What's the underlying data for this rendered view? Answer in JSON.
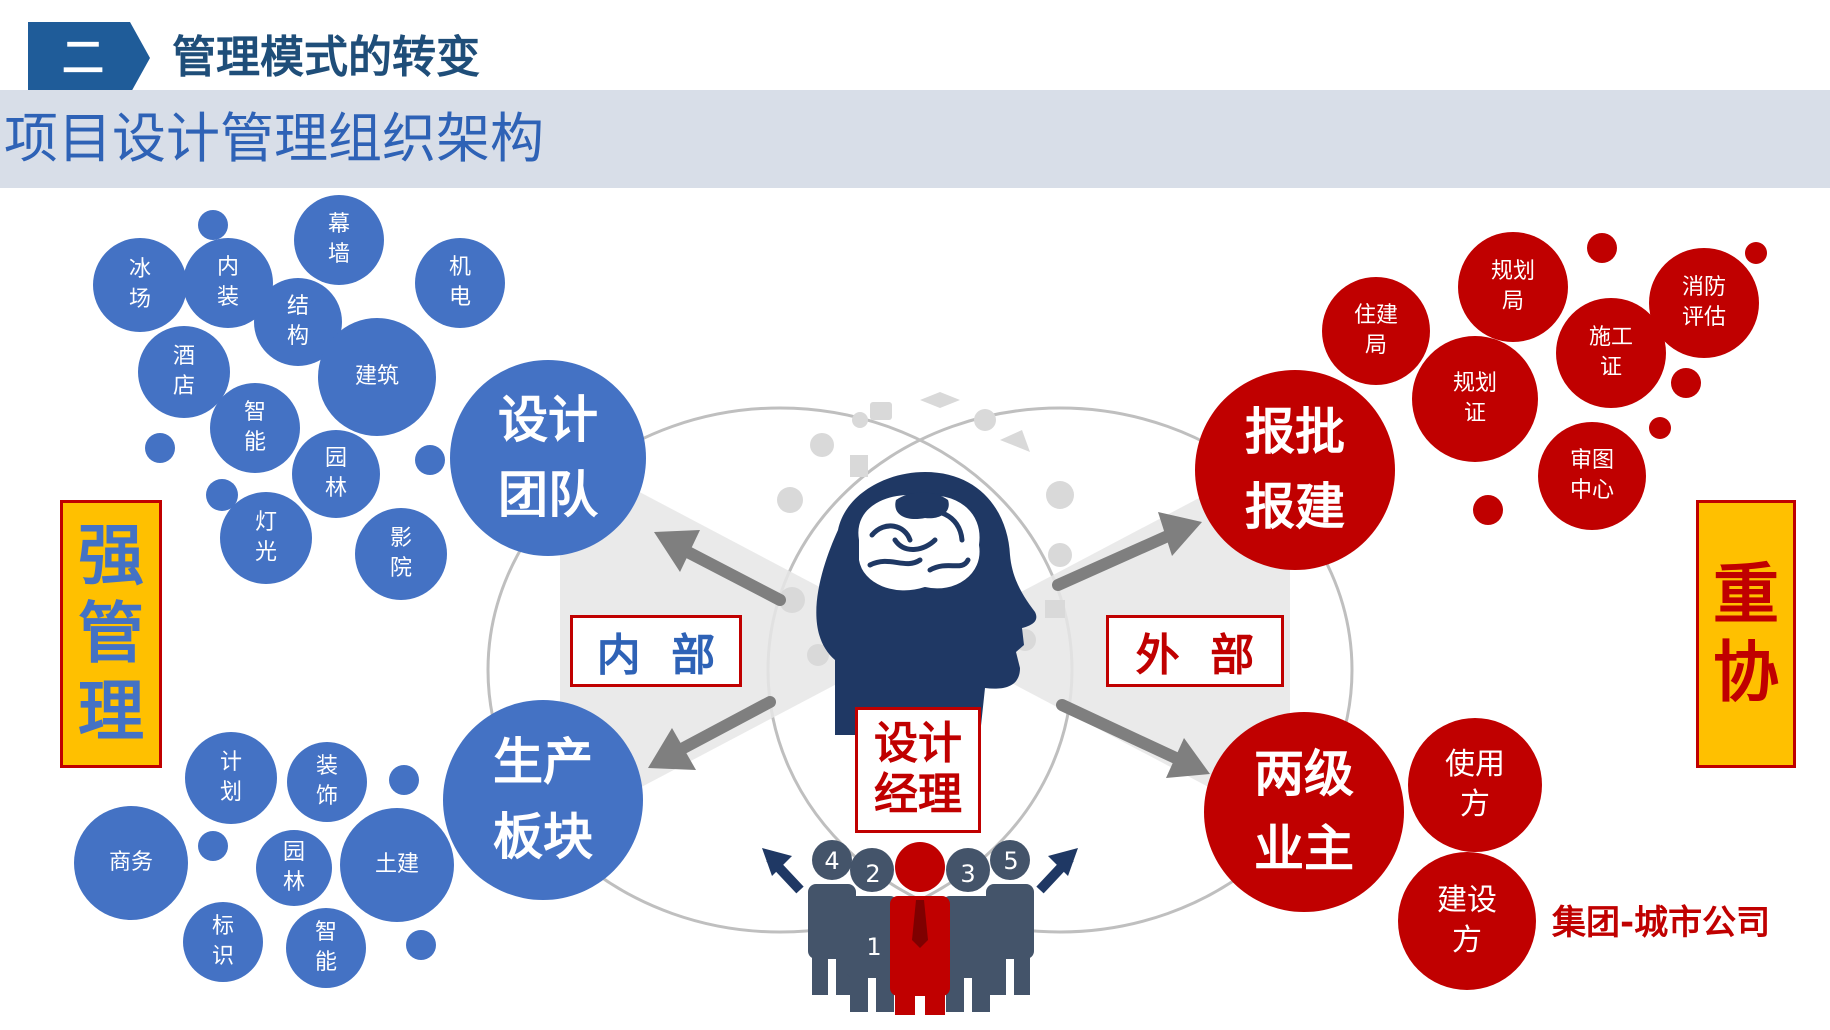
{
  "header": {
    "number": "二",
    "title": "管理模式的转变"
  },
  "subtitle": "项目设计管理组织架构",
  "left_label": "强管理",
  "right_label": "重协",
  "internal_tag": "内  部",
  "external_tag": "外  部",
  "center_label": "设计经理",
  "team_numbers": [
    "1",
    "2",
    "3",
    "4",
    "5"
  ],
  "hubs": {
    "design_team": "设计团队",
    "production": "生产板块",
    "approval": "报批报建",
    "owners": "两级业主"
  },
  "design_team_items": [
    "冰场",
    "内装",
    "幕墙",
    "机电",
    "结构",
    "酒店",
    "建筑",
    "智能",
    "园林",
    "灯光",
    "影院"
  ],
  "production_items": [
    "计划",
    "装饰",
    "商务",
    "园林",
    "土建",
    "标识",
    "智能"
  ],
  "approval_items": [
    "住建局",
    "规划局",
    "消防评估",
    "施工证",
    "规划证",
    "审图中心"
  ],
  "owner_items": [
    "使用方",
    "建设方"
  ],
  "group_label": "集团-城市公司",
  "colors": {
    "blue": "#4472c4",
    "red": "#c00000",
    "navy": "#1f3864",
    "gold": "#ffc000",
    "gray": "#7f7f7f"
  }
}
